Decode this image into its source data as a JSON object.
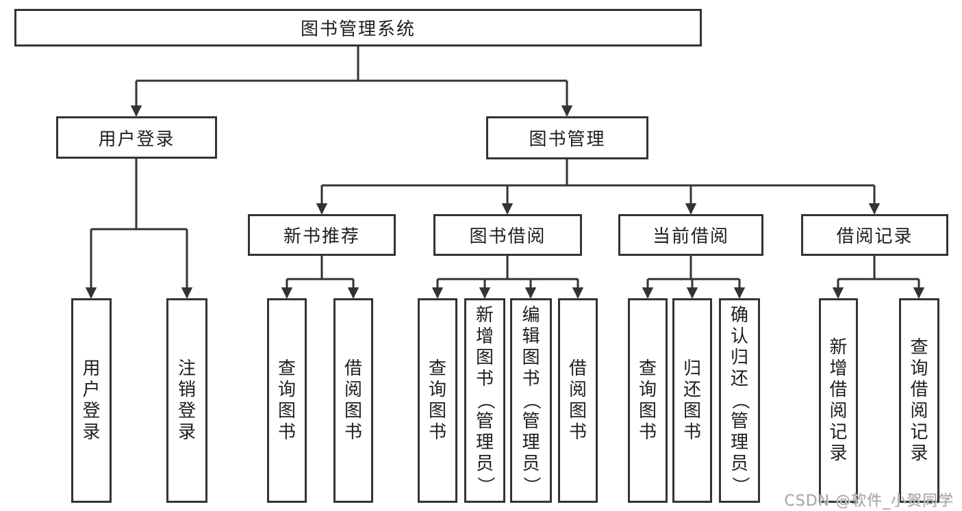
{
  "diagram": {
    "title": "图书管理系统",
    "tree": {
      "root": {
        "label": "图书管理系统",
        "children": [
          {
            "label": "用户登录",
            "children": [
              {
                "label": "用户登录"
              },
              {
                "label": "注销登录"
              }
            ]
          },
          {
            "label": "图书管理",
            "children": [
              {
                "label": "新书推荐",
                "children": [
                  {
                    "label": "查询图书"
                  },
                  {
                    "label": "借阅图书"
                  }
                ]
              },
              {
                "label": "图书借阅",
                "children": [
                  {
                    "label": "查询图书"
                  },
                  {
                    "label": "新增图书（管理员）"
                  },
                  {
                    "label": "编辑图书（管理员）"
                  },
                  {
                    "label": "借阅图书"
                  }
                ]
              },
              {
                "label": "当前借阅",
                "children": [
                  {
                    "label": "查询图书"
                  },
                  {
                    "label": "归还图书"
                  },
                  {
                    "label": "确认归还（管理员）"
                  }
                ]
              },
              {
                "label": "借阅记录",
                "children": [
                  {
                    "label": "新增借阅记录"
                  },
                  {
                    "label": "查询借阅记录"
                  }
                ]
              }
            ]
          }
        ]
      }
    },
    "colors": {
      "line": "#333333",
      "box_border": "#333333",
      "text": "#1d1d1d",
      "background": "#ffffff",
      "watermark": "#a9a9a9"
    }
  },
  "watermark": {
    "text": "CSDN @软件_小贺同学"
  }
}
